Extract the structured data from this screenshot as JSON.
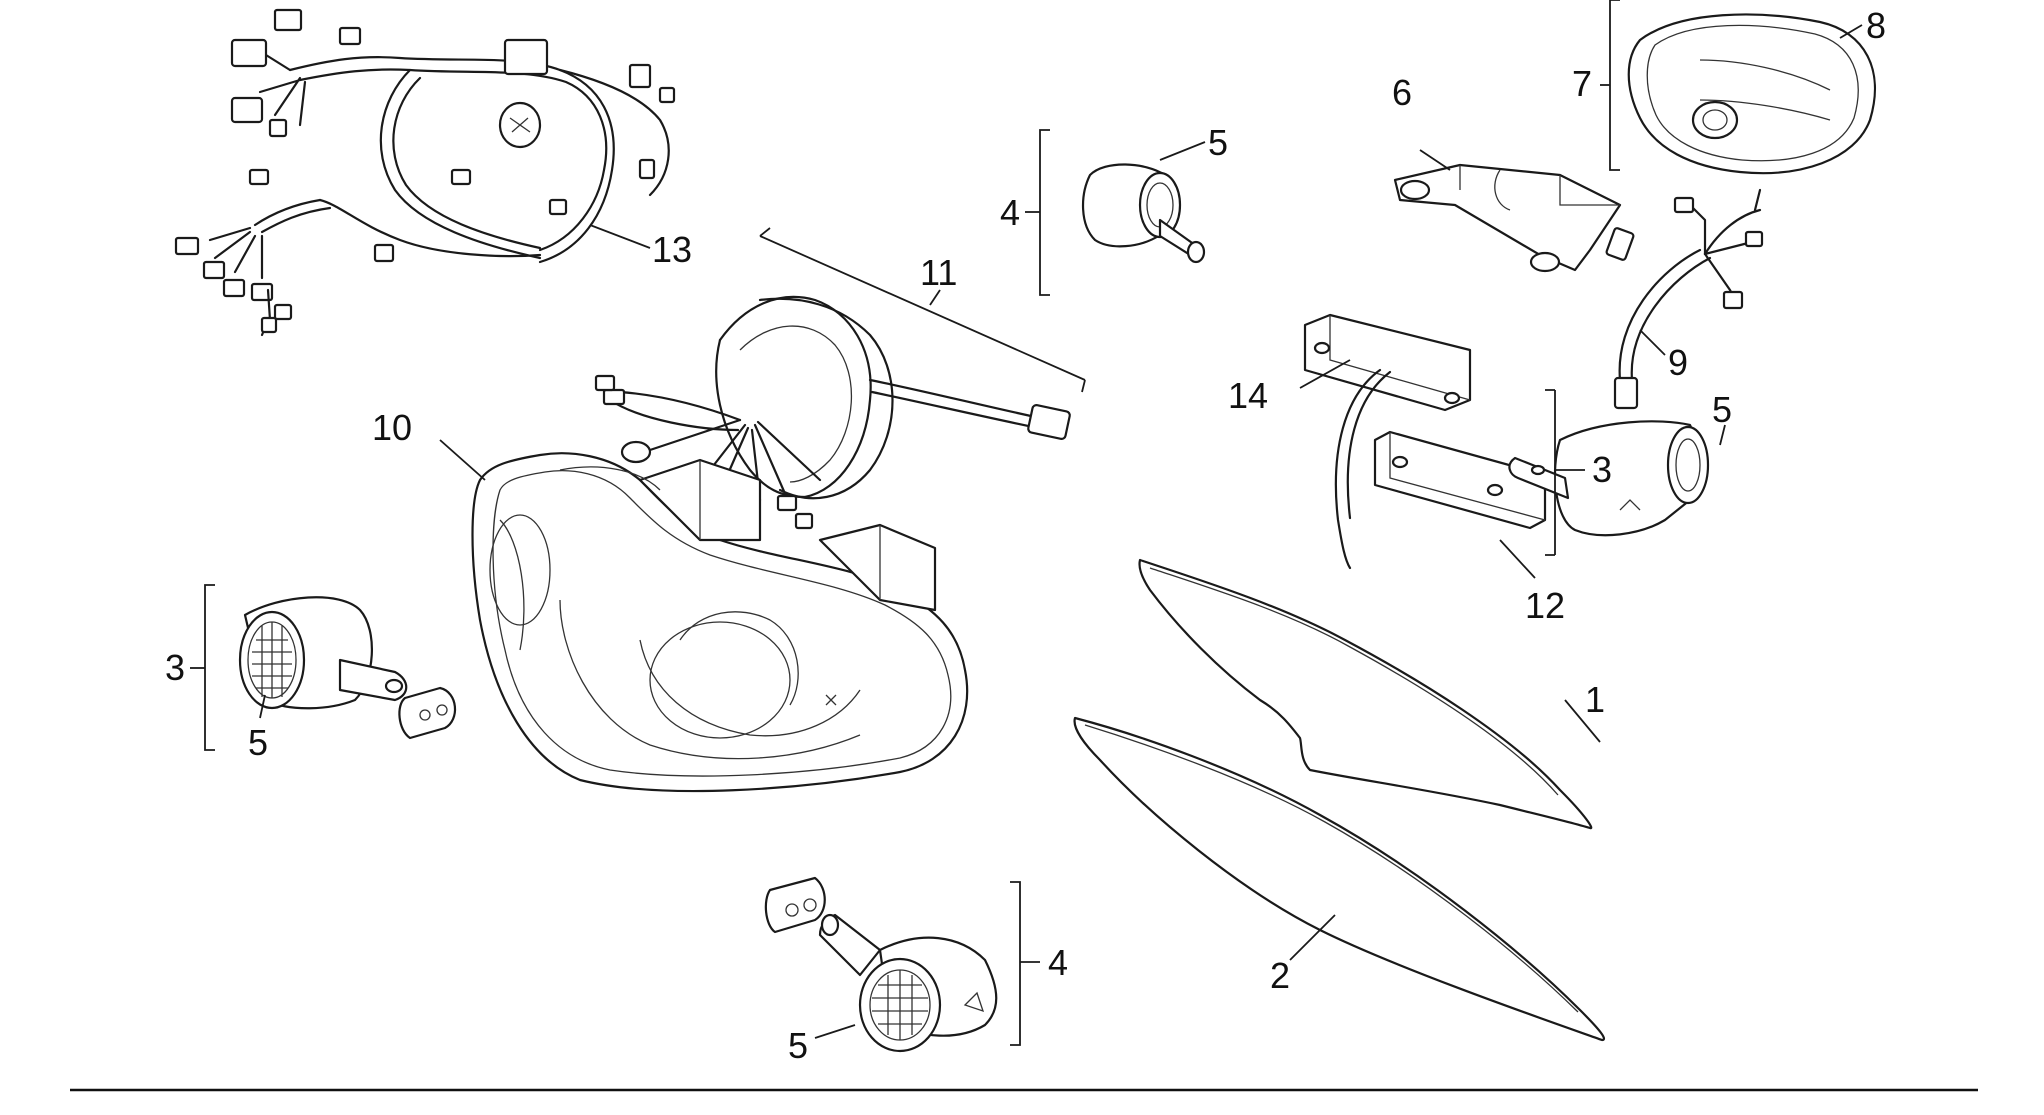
{
  "callouts": [
    {
      "id": "c1",
      "text": "1"
    },
    {
      "id": "c2",
      "text": "2"
    },
    {
      "id": "c3a",
      "text": "3"
    },
    {
      "id": "c3b",
      "text": "3"
    },
    {
      "id": "c4a",
      "text": "4"
    },
    {
      "id": "c4b",
      "text": "4"
    },
    {
      "id": "c5a",
      "text": "5"
    },
    {
      "id": "c5b",
      "text": "5"
    },
    {
      "id": "c5c",
      "text": "5"
    },
    {
      "id": "c5d",
      "text": "5"
    },
    {
      "id": "c6",
      "text": "6"
    },
    {
      "id": "c7",
      "text": "7"
    },
    {
      "id": "c8",
      "text": "8"
    },
    {
      "id": "c9",
      "text": "9"
    },
    {
      "id": "c10",
      "text": "10"
    },
    {
      "id": "c11",
      "text": "11"
    },
    {
      "id": "c12",
      "text": "12"
    },
    {
      "id": "c13",
      "text": "13"
    },
    {
      "id": "c14",
      "text": "14"
    }
  ]
}
